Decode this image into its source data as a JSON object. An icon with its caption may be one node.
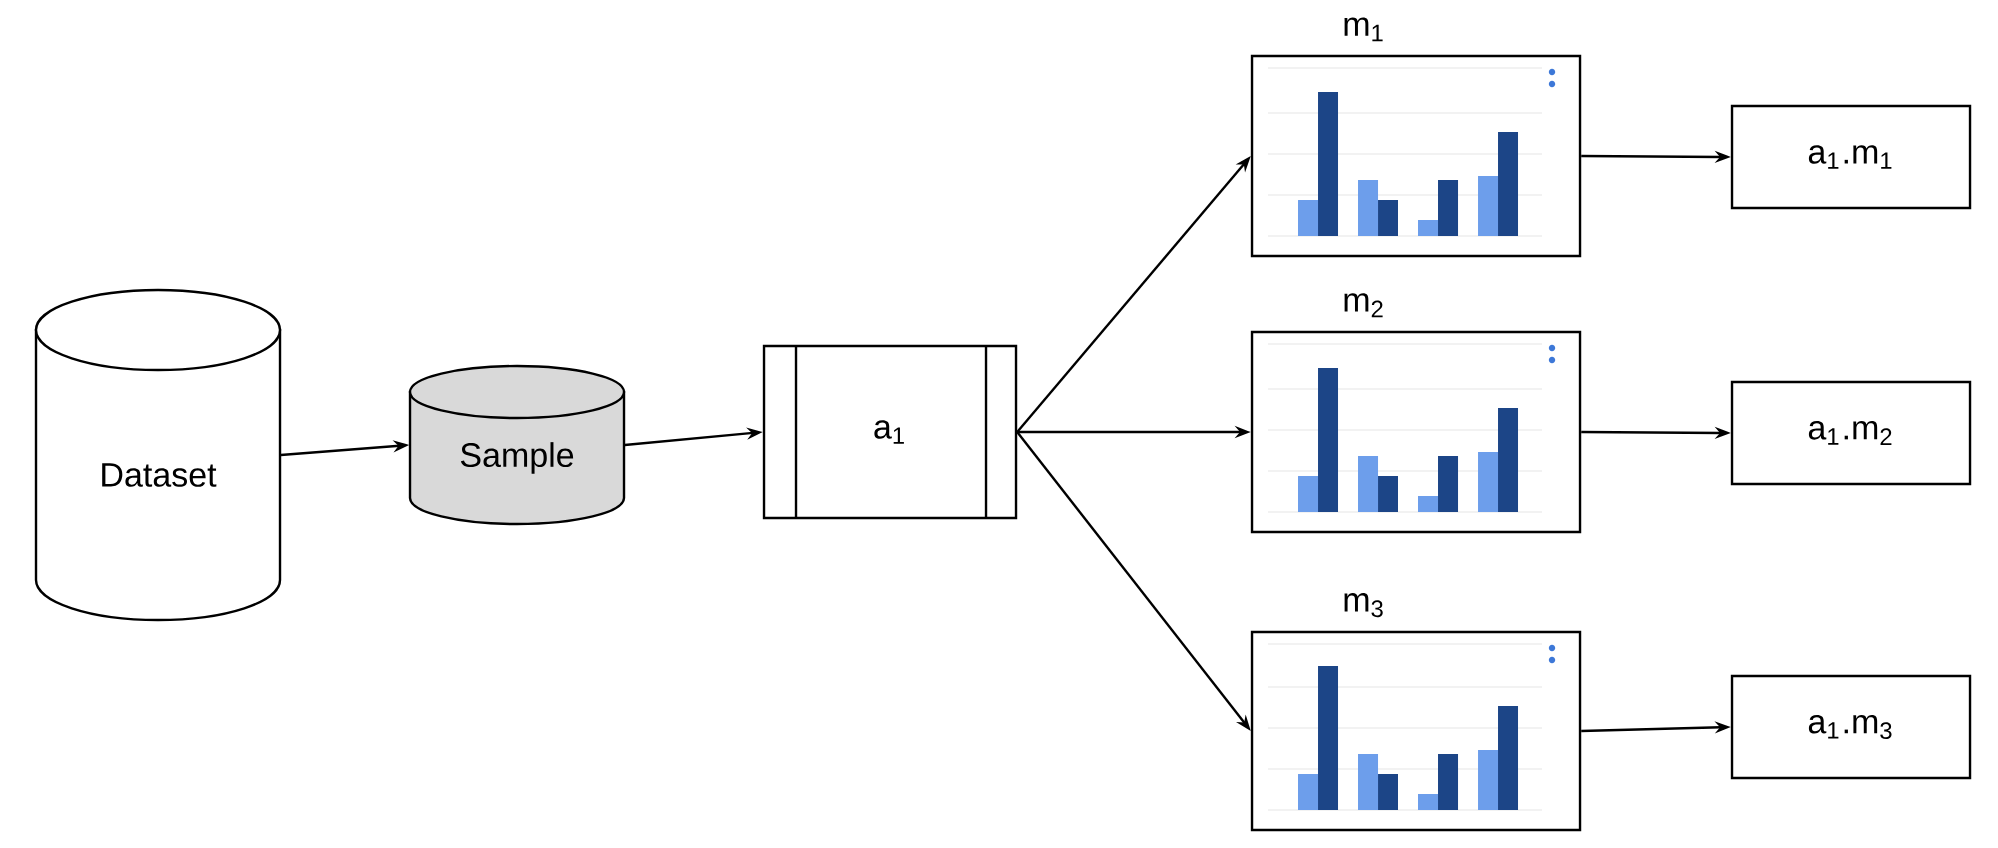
{
  "diagram": {
    "nodes": [
      {
        "text": [
          "Dataset"
        ]
      },
      {
        "text": [
          "Sample"
        ]
      },
      {
        "text": [
          "a$_{1}$"
        ]
      },
      {
        "text": [
          "m$_{1}$"
        ]
      },
      {
        "text": [
          "m$_{2}$"
        ]
      },
      {
        "text": [
          "m$_{3}$"
        ]
      },
      {
        "text": [
          "a$_{1}$.m$_{1}$"
        ]
      },
      {
        "text": [
          "a$_{1}$.m$_{2}$"
        ]
      },
      {
        "text": [
          "a$_{1}$.m$_{3}$"
        ]
      }
    ],
    "edges": [
      {
        "from": 0,
        "to": 1,
        "arrow": "to"
      },
      {
        "from": 1,
        "to": 2,
        "arrow": "to"
      },
      {
        "from": 2,
        "to": 3,
        "arrow": "to"
      },
      {
        "from": 2,
        "to": 4,
        "arrow": "to"
      },
      {
        "from": 2,
        "to": 5,
        "arrow": "to"
      },
      {
        "from": 3,
        "to": 6,
        "arrow": "to"
      },
      {
        "from": 4,
        "to": 7,
        "arrow": "to"
      },
      {
        "from": 5,
        "to": 8,
        "arrow": "to"
      }
    ]
  }
}
